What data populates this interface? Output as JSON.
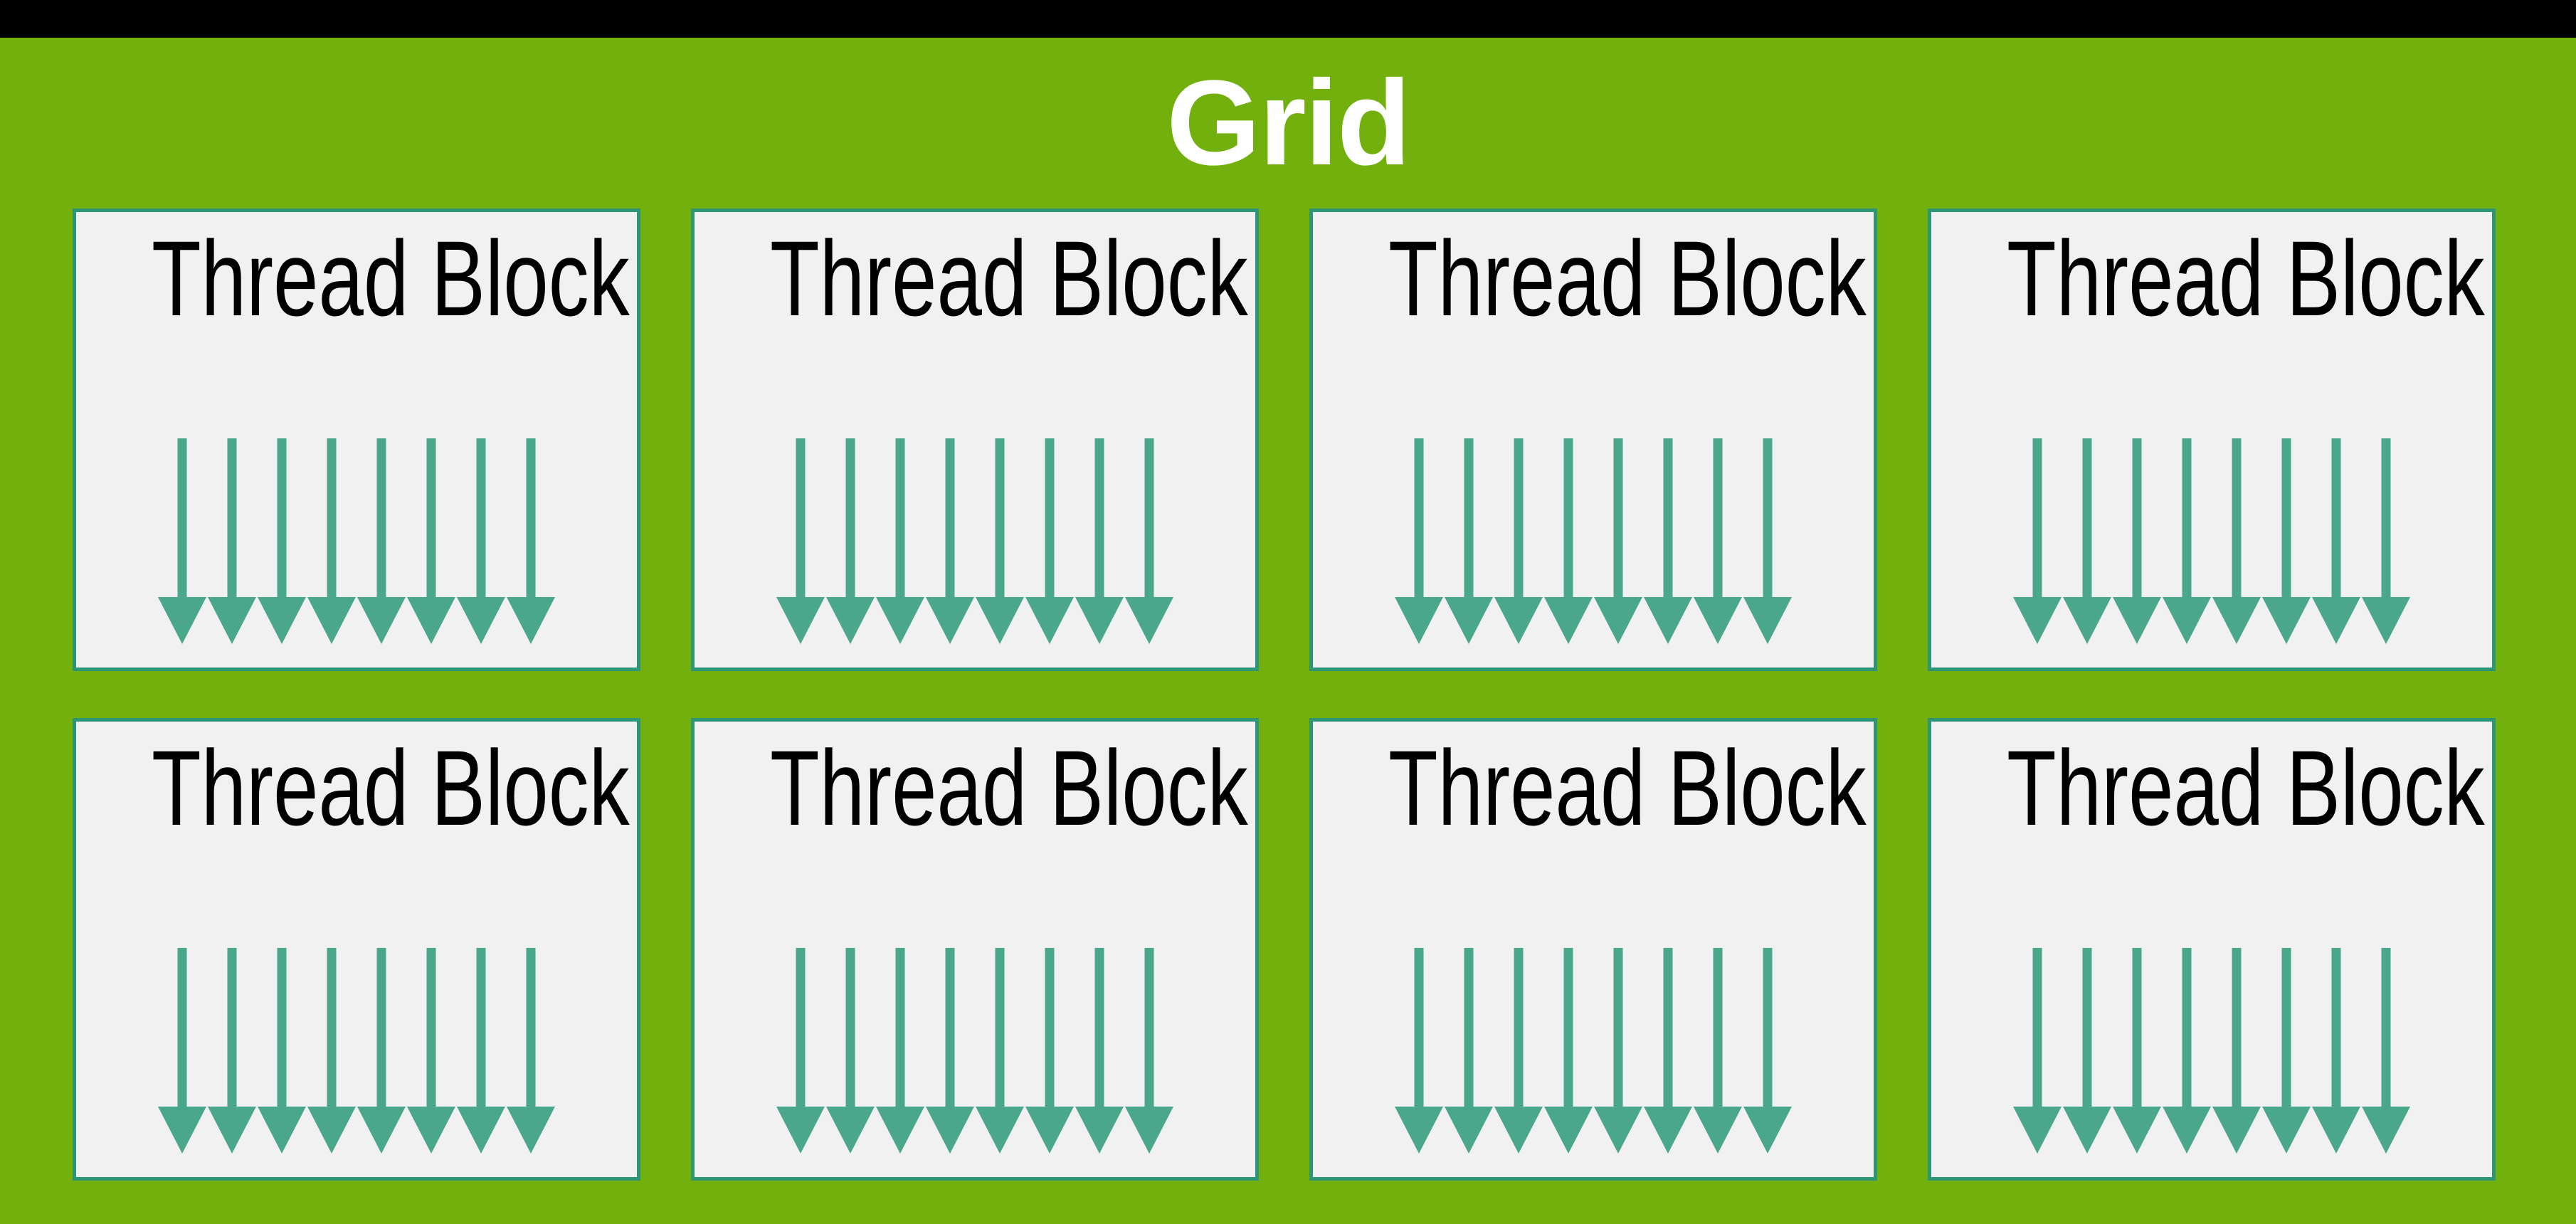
{
  "title": "Grid",
  "colors": {
    "background_green": "#72B00E",
    "top_bar": "#000000",
    "block_fill": "#F1F1F1",
    "block_border": "#2E9577",
    "thread_arrow": "#4AA78C",
    "title_text": "#FFFFFF",
    "block_label_text": "#000000"
  },
  "grid": {
    "rows": 2,
    "columns": 4,
    "blocks": [
      {
        "label": "Thread Block",
        "thread_count": 8
      },
      {
        "label": "Thread Block",
        "thread_count": 8
      },
      {
        "label": "Thread Block",
        "thread_count": 8
      },
      {
        "label": "Thread Block",
        "thread_count": 8
      },
      {
        "label": "Thread Block",
        "thread_count": 8
      },
      {
        "label": "Thread Block",
        "thread_count": 8
      },
      {
        "label": "Thread Block",
        "thread_count": 8
      },
      {
        "label": "Thread Block",
        "thread_count": 8
      }
    ]
  }
}
